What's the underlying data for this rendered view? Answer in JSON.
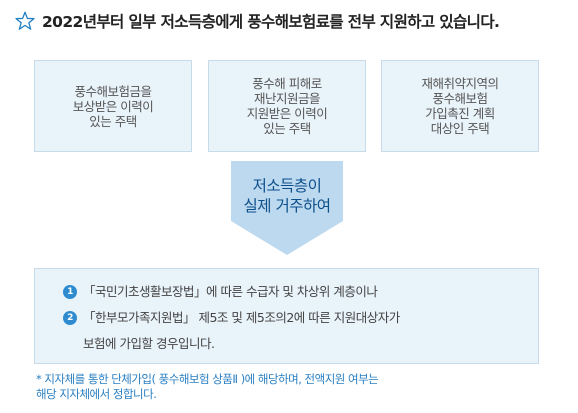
{
  "header": {
    "icon": "star-outline-icon",
    "title": "2022년부터 일부 저소득층에게 풍수해보험료를 전부 지원하고 있습니다."
  },
  "conditions": [
    {
      "text": "풍수해보험금을\n보상받은 이력이\n있는 주택"
    },
    {
      "text": "풍수해 피해로\n재난지원금을\n지원받은 이력이\n있는 주택"
    },
    {
      "text": "재해취약지역의\n풍수해보험\n가입촉진 계획\n대상인 주택"
    }
  ],
  "arrow": {
    "label": "저소득층이\n실제 거주하여"
  },
  "info": [
    {
      "number": "1",
      "text": "「국민기초생활보장법」에 따른 수급자 및 차상위 계층이나"
    },
    {
      "number": "2",
      "text": "「한부모가족지원법」 제5조 및 제5조의2에 따른 지원대상자가"
    },
    {
      "number": "",
      "text": "보험에 가입할 경우입니다."
    }
  ],
  "note": "* 지자체를 통한 단체가입( 풍수해보험 상품Ⅱ )에 해당하며, 전액지원 여부는\n  해당 지자체에서 정합니다.",
  "colors": {
    "box_fill": "#e9f3fa",
    "box_border": "#c8dbe9",
    "arrow_fill": "#bcd9ef",
    "arrow_text": "#0d4f8b",
    "number_badge": "#2f8bd0",
    "note_text": "#2a7fc1",
    "star": "#1f7fc4"
  }
}
